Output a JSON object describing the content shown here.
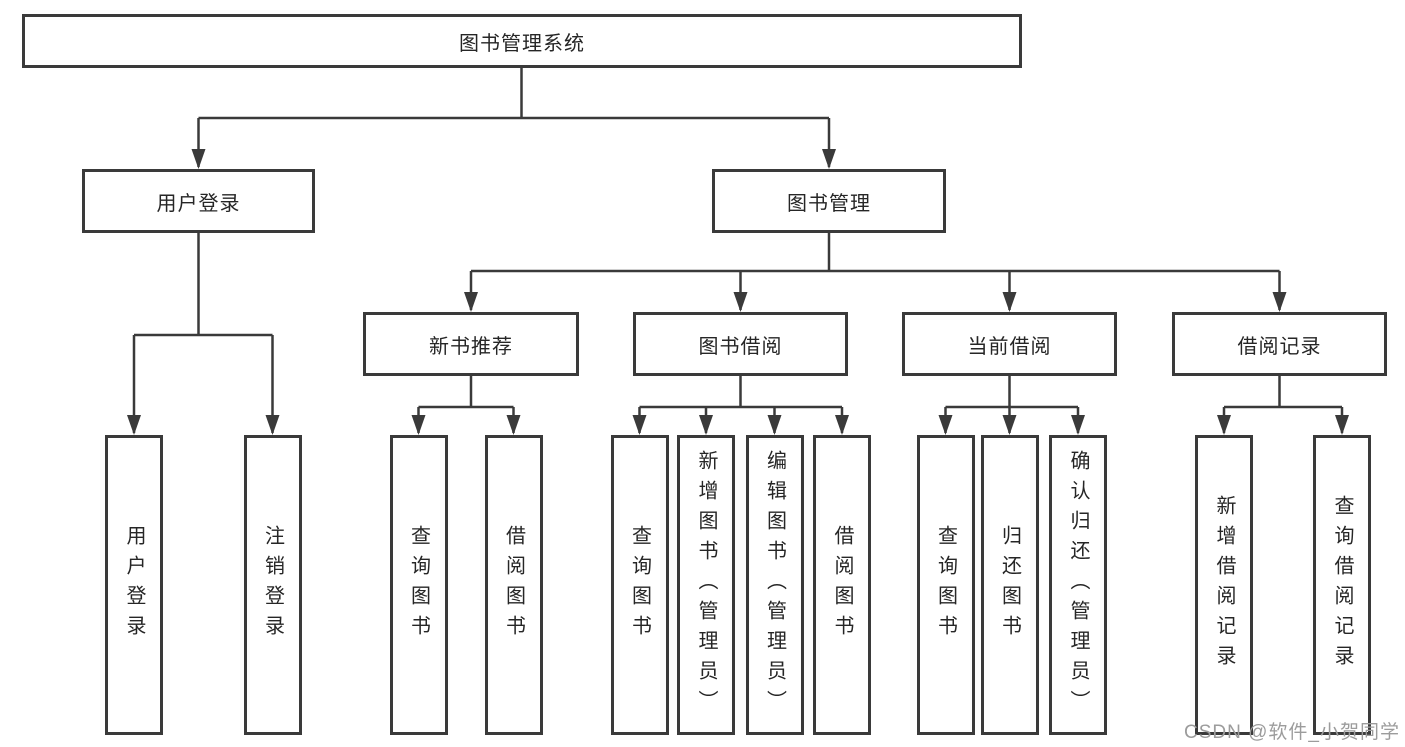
{
  "colors": {
    "line": "#3a3a3a",
    "border": "#3a3a3a",
    "text": "#262626",
    "watermark": "#9c9c9c",
    "background": "#ffffff"
  },
  "watermark": "CSDN @软件_小贺同学",
  "tree": {
    "root": {
      "label": "图书管理系统"
    },
    "branches": [
      {
        "label": "用户登录",
        "children": [
          {
            "label": "用户登录"
          },
          {
            "label": "注销登录"
          }
        ]
      },
      {
        "label": "图书管理",
        "sections": [
          {
            "label": "新书推荐",
            "children": [
              {
                "label": "查询图书"
              },
              {
                "label": "借阅图书"
              }
            ]
          },
          {
            "label": "图书借阅",
            "children": [
              {
                "label": "查询图书"
              },
              {
                "label": "新增图书（管理员）"
              },
              {
                "label": "编辑图书（管理员）"
              },
              {
                "label": "借阅图书"
              }
            ]
          },
          {
            "label": "当前借阅",
            "children": [
              {
                "label": "查询图书"
              },
              {
                "label": "归还图书"
              },
              {
                "label": "确认归还（管理员）"
              }
            ]
          },
          {
            "label": "借阅记录",
            "children": [
              {
                "label": "新增借阅记录"
              },
              {
                "label": "查询借阅记录"
              }
            ]
          }
        ]
      }
    ]
  }
}
